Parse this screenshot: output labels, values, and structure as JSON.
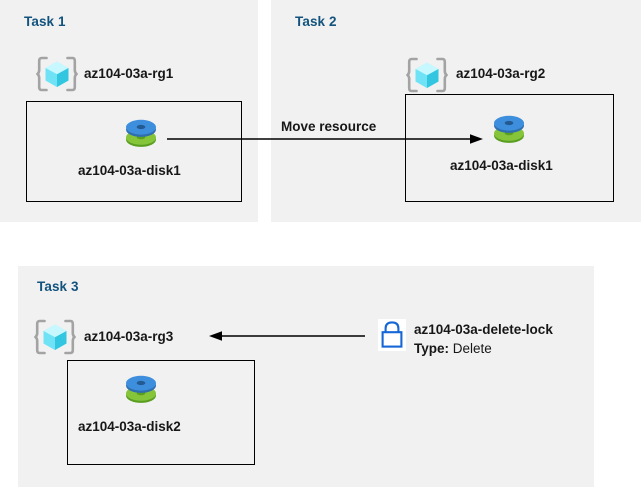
{
  "diagram": {
    "title_color": "#12537e",
    "panel_bg": "#f1f1f1",
    "page_bg": "#ffffff",
    "line_color": "#000000",
    "lock_color": "#1566d6",
    "cube_color": "#50e6ff",
    "disk_blue": "#3e8ede",
    "disk_green": "#76bc2d",
    "tasks": [
      {
        "label": "Task 1",
        "resource_group": "az104-03a-rg1",
        "resource": "az104-03a-disk1"
      },
      {
        "label": "Task 2",
        "resource_group": "az104-03a-rg2",
        "resource": "az104-03a-disk1"
      },
      {
        "label": "Task 3",
        "resource_group": "az104-03a-rg3",
        "resource": "az104-03a-disk2"
      }
    ],
    "move_arrow_label": "Move resource",
    "lock": {
      "name": "az104-03a-delete-lock",
      "type_label": "Type:",
      "type_value": "Delete"
    },
    "icons": {
      "resource_group": "resource-group-cube-icon",
      "disk": "managed-disk-icon",
      "lock": "padlock-icon"
    }
  }
}
